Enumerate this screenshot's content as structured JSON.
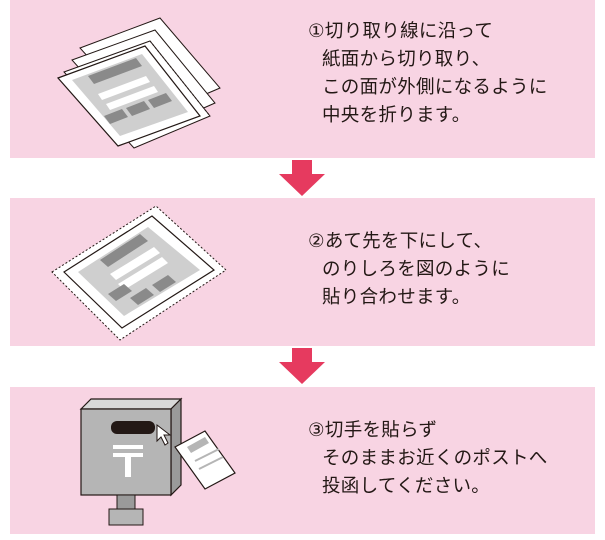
{
  "steps": [
    {
      "number": "①",
      "lines": [
        "切り取り線に沿って",
        "紙面から切り取り、",
        "この面が外側になるように",
        "中央を折ります。"
      ],
      "illustration": "folded-sheet-icon"
    },
    {
      "number": "②",
      "lines": [
        "あて先を下にして、",
        "のりしろを図のように",
        "貼り合わせます。"
      ],
      "illustration": "glued-sheet-icon"
    },
    {
      "number": "③",
      "lines": [
        "切手を貼らず",
        "そのままお近くのポストへ",
        "投函してください。"
      ],
      "illustration": "postbox-icon"
    }
  ],
  "arrow_icon": "down-arrow-icon",
  "colors": {
    "panel": "#f8d4e3",
    "arrow": "#e63a5f",
    "text": "#231815",
    "postbox": "#b5b5b5"
  }
}
